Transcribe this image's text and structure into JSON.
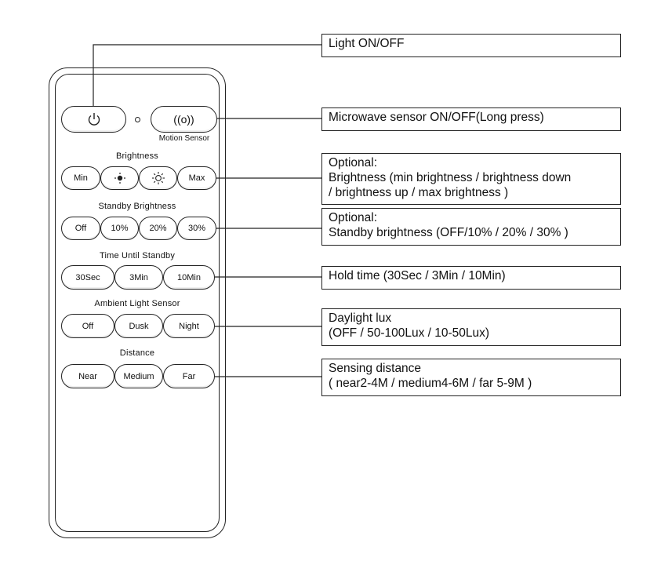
{
  "remote": {
    "power_icon": "power-icon",
    "motion_icon_text": "((o))",
    "motion_label": "Motion Sensor",
    "brightness": {
      "title": "Brightness",
      "buttons": [
        "Min",
        "",
        "",
        "Max"
      ]
    },
    "standby": {
      "title": "Standby Brightness",
      "buttons": [
        "Off",
        "10%",
        "20%",
        "30%"
      ]
    },
    "time": {
      "title": "Time Until Standby",
      "buttons": [
        "30Sec",
        "3Min",
        "10Min"
      ]
    },
    "ambient": {
      "title": "Ambient Light Sensor",
      "buttons": [
        "Off",
        "Dusk",
        "Night"
      ]
    },
    "distance": {
      "title": "Distance",
      "buttons": [
        "Near",
        "Medium",
        "Far"
      ]
    }
  },
  "callouts": {
    "light": [
      "Light ON/OFF"
    ],
    "microwave": [
      "Microwave sensor ON/OFF(Long press)"
    ],
    "brightness": [
      "Optional:",
      "Brightness (min brightness / brightness down",
      "/ brightness up / max brightness )"
    ],
    "standby": [
      "Optional:",
      "Standby brightness (OFF/10% / 20% / 30% )"
    ],
    "hold": [
      "Hold time (30Sec / 3Min / 10Min)"
    ],
    "daylight": [
      "Daylight lux",
      "(OFF / 50-100Lux / 10-50Lux)"
    ],
    "sensing": [
      "Sensing distance",
      "( near2-4M / medium4-6M / far 5-9M )"
    ]
  }
}
